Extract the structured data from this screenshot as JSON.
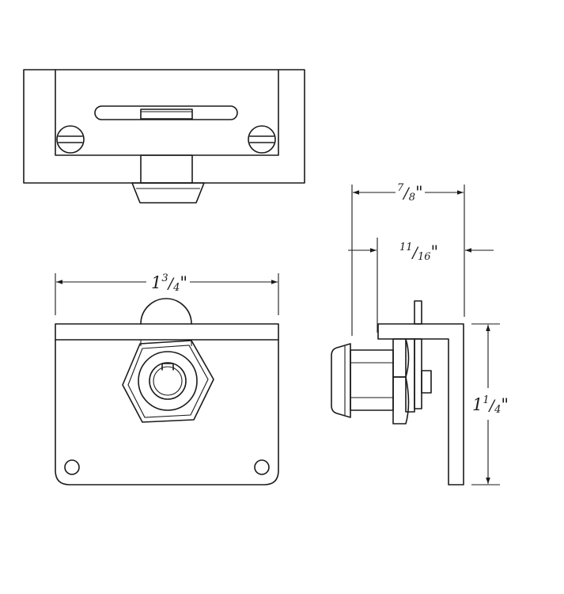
{
  "dimensions": {
    "lock_width": {
      "whole": "1",
      "num": "3",
      "den": "4",
      "unit": "\""
    },
    "overall_depth": {
      "whole": "",
      "num": "7",
      "den": "8",
      "unit": "\""
    },
    "cylinder_depth": {
      "whole": "",
      "num": "11",
      "den": "16",
      "unit": "\""
    },
    "height": {
      "whole": "1",
      "num": "1",
      "den": "4",
      "unit": "\""
    }
  }
}
